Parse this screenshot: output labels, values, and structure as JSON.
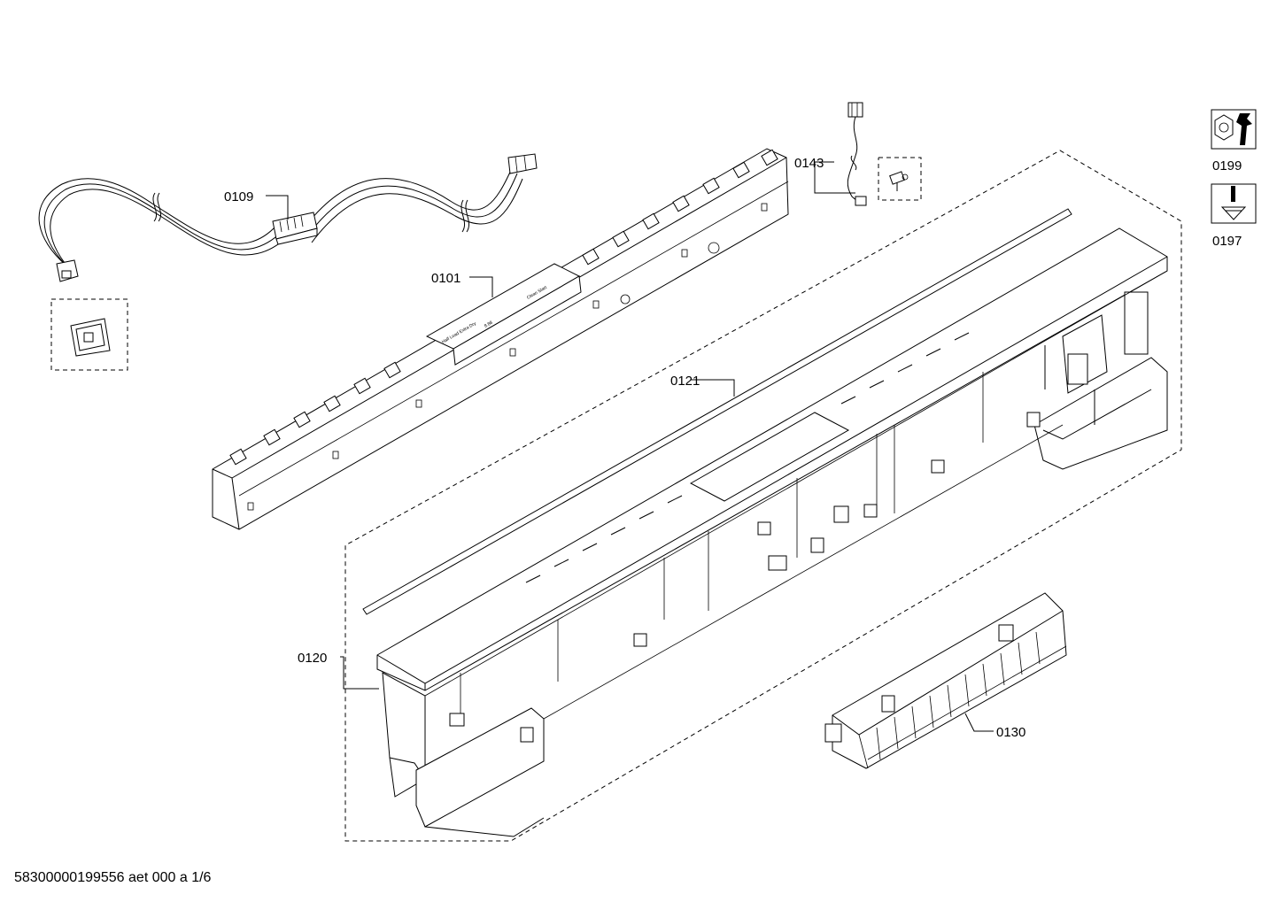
{
  "parts": {
    "p0101": "0101",
    "p0109": "0109",
    "p0120": "0120",
    "p0121": "0121",
    "p0130": "0130",
    "p0143": "0143",
    "p0197": "0197",
    "p0199": "0199"
  },
  "footer": "58300000199556 aet 000 a 1/6"
}
